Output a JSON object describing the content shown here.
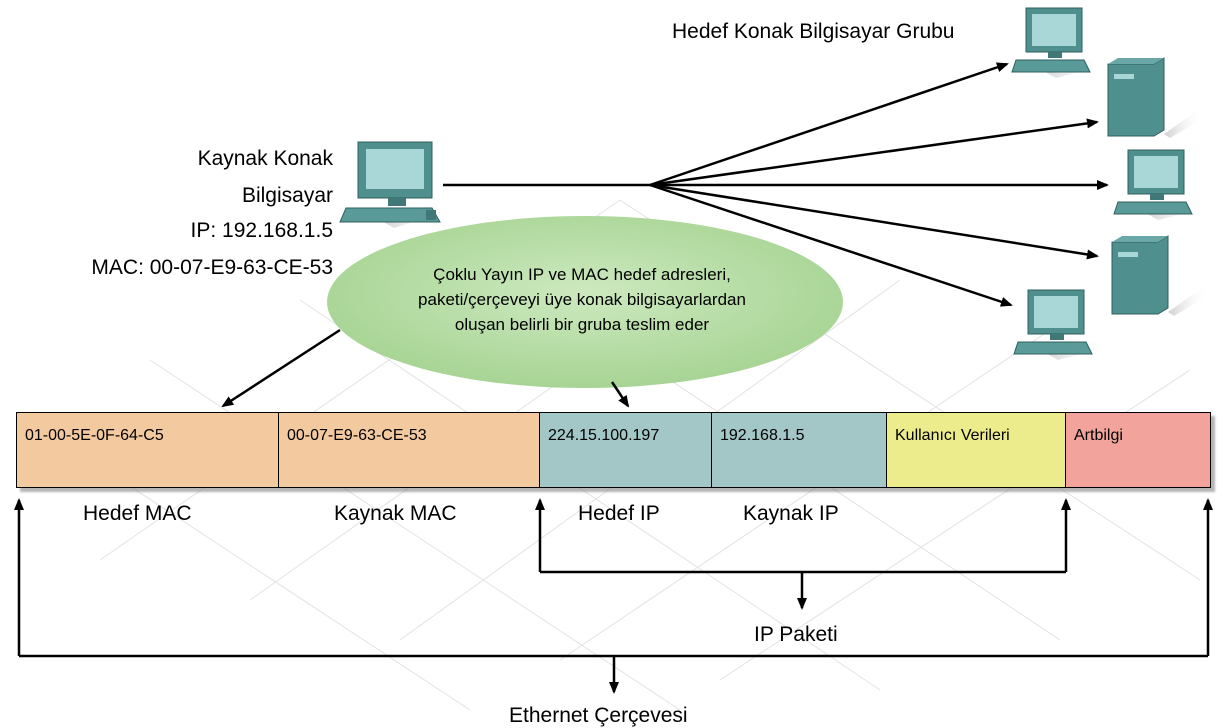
{
  "diagram": {
    "group_label": "Hedef Konak Bilgisayar Grubu",
    "source": {
      "line1": "Kaynak Konak",
      "line2": "Bilgisayar",
      "ip": "IP: 192.168.1.5",
      "mac": "MAC: 00-07-E9-63-CE-53"
    },
    "bubble_lines": [
      "Çoklu Yayın IP ve MAC hedef adresleri,",
      "paketi/çerçeveyi üye konak bilgisayarlardan",
      "oluşan belirli bir gruba teslim eder"
    ],
    "frame_fields": [
      {
        "value": "01-00-5E-0F-64-C5",
        "color": "#f3c9a0"
      },
      {
        "value": "00-07-E9-63-CE-53",
        "color": "#f3c9a0"
      },
      {
        "value": "224.15.100.197",
        "color": "#a3c6c6"
      },
      {
        "value": "192.168.1.5",
        "color": "#a3c6c6"
      },
      {
        "value": "Kullanıcı Verileri",
        "color": "#ecec8c"
      },
      {
        "value": "Artbilgi",
        "color": "#f2a49c"
      }
    ],
    "field_captions": {
      "dest_mac": "Hedef MAC",
      "src_mac": "Kaynak MAC",
      "dest_ip": "Hedef IP",
      "src_ip": "Kaynak IP"
    },
    "ip_packet_label": "IP Paketi",
    "ethernet_frame_label": "Ethernet Çerçevesi",
    "icons": {
      "source": "desktop-computer-icon",
      "targets": [
        "desktop-computer-icon",
        "server-tower-icon",
        "desktop-computer-icon",
        "server-tower-icon",
        "desktop-computer-icon"
      ]
    },
    "colors": {
      "device_body": "#4f8f8e",
      "device_screen": "#a9d6d6",
      "bubble": "#b3dca3"
    }
  }
}
